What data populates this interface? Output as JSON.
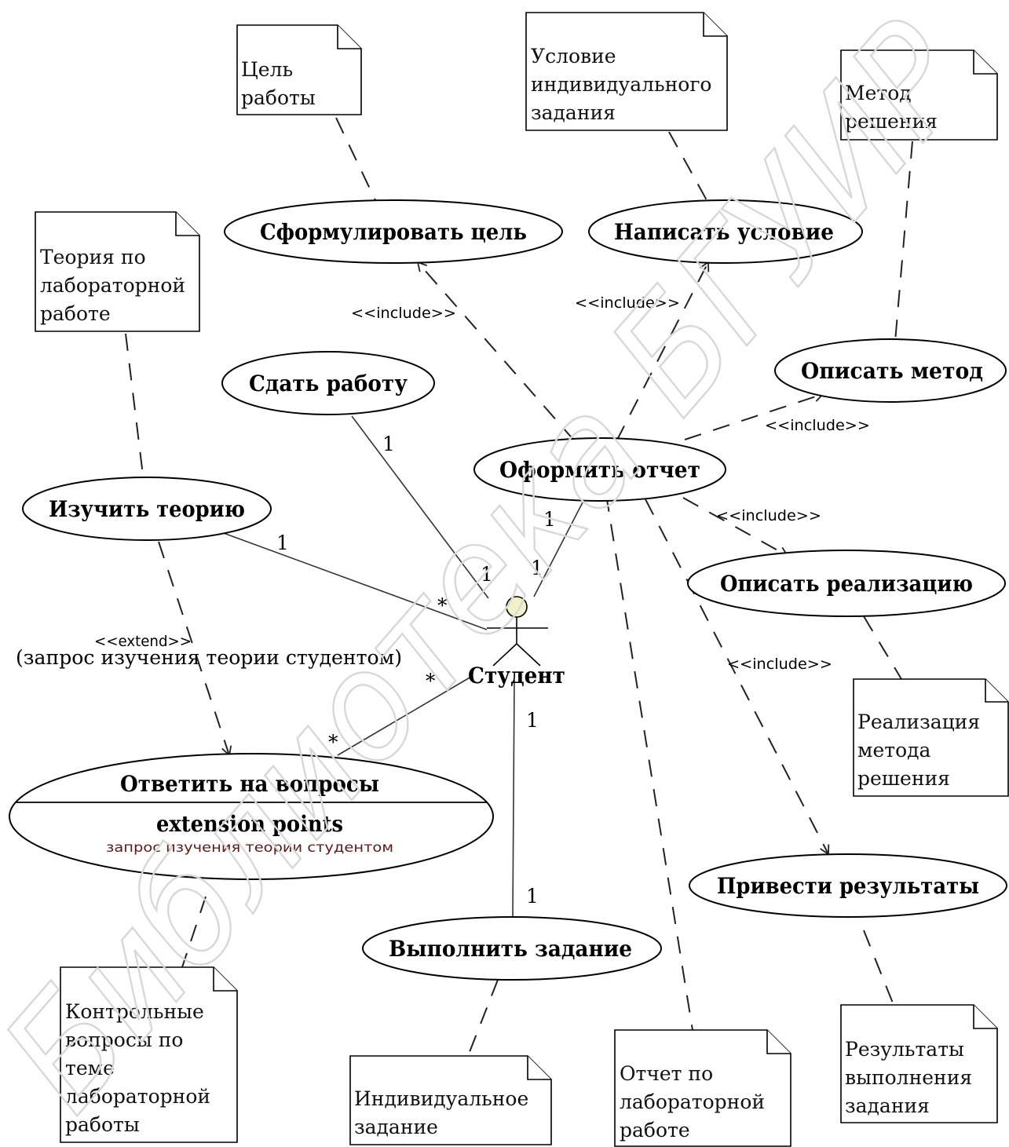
{
  "use_cases": {
    "formulate_goal": "Сформулировать цель",
    "write_condition": "Написать условие",
    "describe_method": "Описать метод",
    "submit_work": "Сдать работу",
    "make_report": "Оформить отчет",
    "study_theory": "Изучить теорию",
    "describe_implementation": "Описать реализацию",
    "answer_questions": "Ответить на вопросы",
    "extension_points_title": "extension points",
    "extension_point": "запрос изучения теории студентом",
    "present_results": "Привести результаты",
    "do_task": "Выполнить задание"
  },
  "actor": {
    "name": "Студент"
  },
  "notes": {
    "goal": [
      "Цель",
      "работы"
    ],
    "condition": [
      "Условие",
      "индивидуального",
      "задания"
    ],
    "method": [
      "Метод",
      "решения"
    ],
    "theory": [
      "Теория по",
      "лабораторной",
      "работе"
    ],
    "implementation": [
      "Реализация",
      "метода",
      "решения"
    ],
    "questions": [
      "Контрольные",
      "вопросы по",
      "теме",
      "лабораторной",
      "работы"
    ],
    "individual_task": [
      "Индивидуальное",
      "задание"
    ],
    "report": [
      "Отчет по",
      "лабораторной",
      "работе"
    ],
    "results": [
      "Результаты",
      "выполнения",
      "задания"
    ]
  },
  "relations": {
    "include": "<<include>>",
    "extend": "<<extend>>",
    "extend_condition": "(запрос изучения теории студентом)"
  },
  "multiplicities": {
    "submit_end": "1",
    "submit_actor": "1",
    "theory_end": "1",
    "theory_actor": "*",
    "report_end": "1",
    "report_actor": "1",
    "questions_actor": "*",
    "questions_end": "*",
    "task_actor": "1",
    "task_end": "1"
  },
  "watermark": "Библиотека БГУИР"
}
